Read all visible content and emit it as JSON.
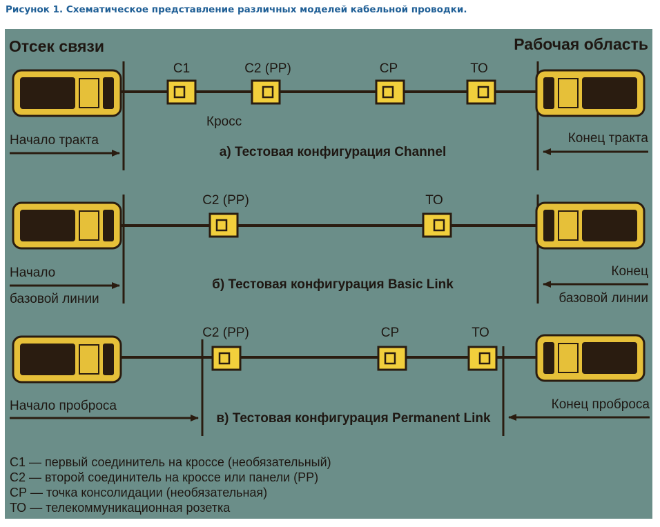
{
  "caption": "Рисунок 1. Схематическое представление различных моделей кабельной проводки.",
  "colors": {
    "background": "#6b8e89",
    "line": "#2a1c10",
    "connector": "#f2cf3c",
    "tester_body": "#e6c039",
    "tester_screen": "#2a1c10",
    "caption_text": "#1f5f96"
  },
  "header": {
    "left_title": "Отсек связи",
    "right_title": "Рабочая область"
  },
  "configs": [
    {
      "title": "а) Тестовая конфигурация Channel",
      "start_label": [
        "Начало тракта"
      ],
      "end_label": [
        "Конец тракта"
      ],
      "connectors": [
        {
          "label": "С1"
        },
        {
          "label": "С2 (РР)"
        },
        {
          "label": "СР"
        },
        {
          "label": "ТО"
        }
      ],
      "extra_label": "Кросс"
    },
    {
      "title": "б) Тестовая конфигурация Basic Link",
      "start_label": [
        "Начало",
        "базовой линии"
      ],
      "end_label": [
        "Конец",
        "базовой линии"
      ],
      "connectors": [
        {
          "label": "С2 (РР)"
        },
        {
          "label": "ТО"
        }
      ]
    },
    {
      "title": "в) Тестовая конфигурация Permanent Link",
      "start_label": [
        "Начало проброса"
      ],
      "end_label": [
        "Конец проброса"
      ],
      "connectors": [
        {
          "label": "С2 (РР)"
        },
        {
          "label": "СР"
        },
        {
          "label": "ТО"
        }
      ]
    }
  ],
  "legend": [
    "С1 — первый соединитель на кроссе (необязательный)",
    "С2 — второй соединитель на кроссе или панели (РР)",
    "СР — точка консолидации (необязательная)",
    "ТО — телекоммуникационная розетка"
  ]
}
